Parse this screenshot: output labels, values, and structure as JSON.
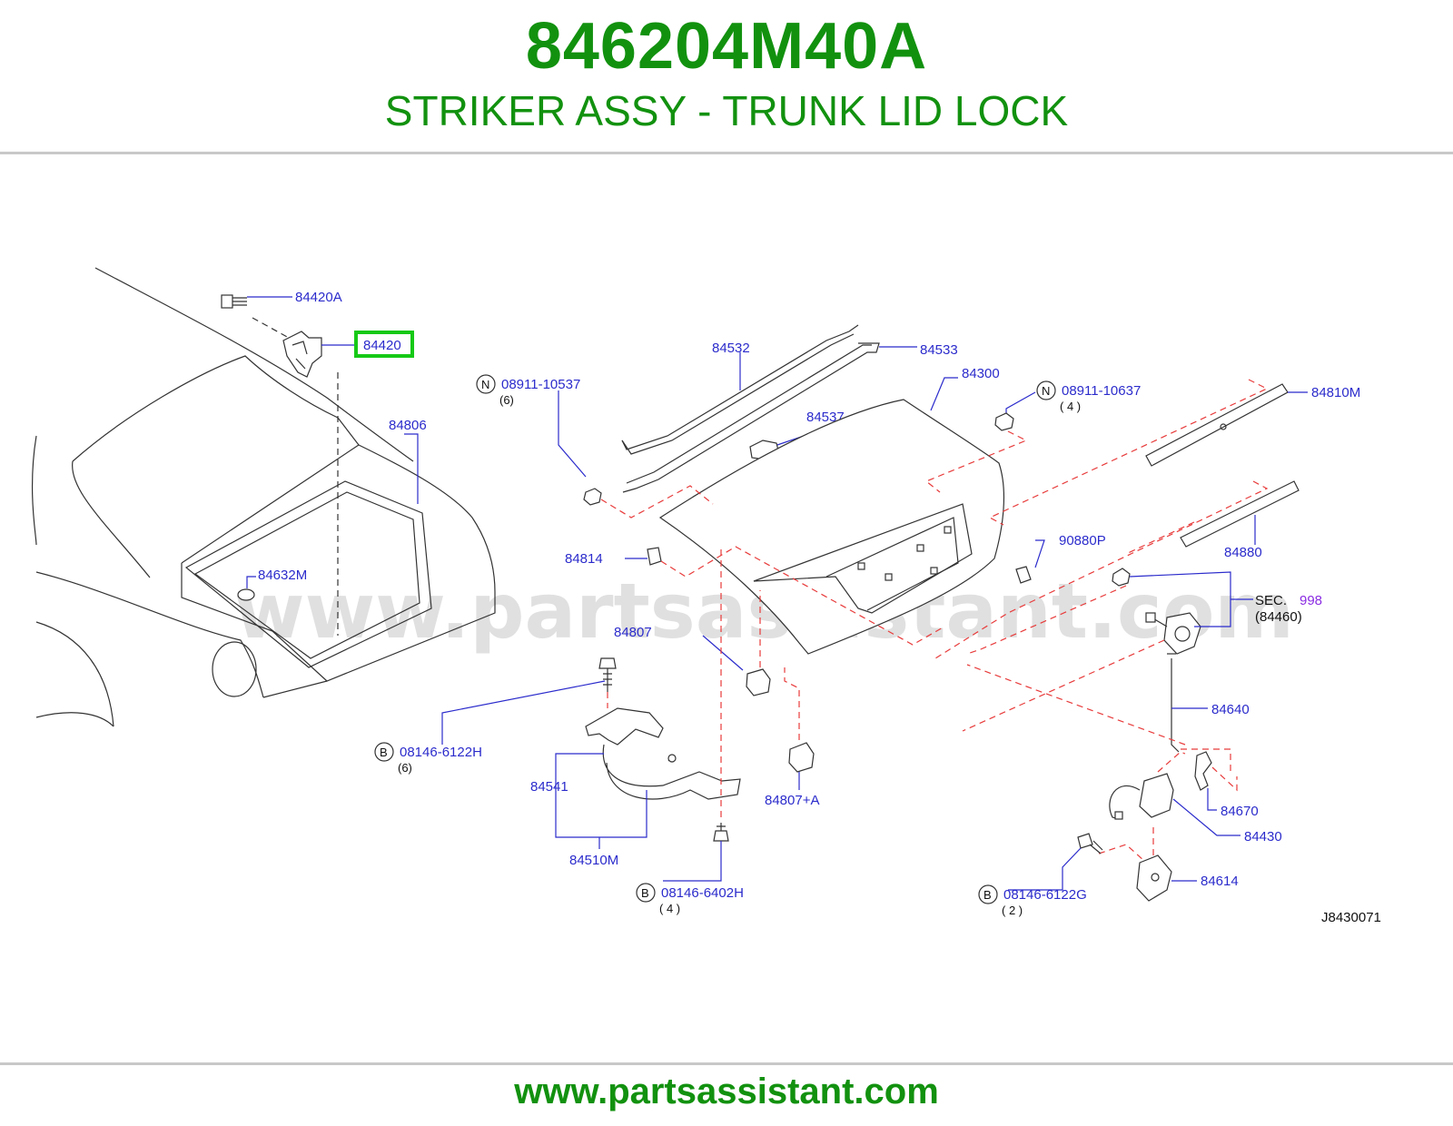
{
  "header": {
    "part_number": "846204M40A",
    "part_description": "STRIKER ASSY - TRUNK LID LOCK"
  },
  "diagram": {
    "watermark": "www.partsassistant.com",
    "diagram_id": "J8430071",
    "highlighted_part": "84420",
    "labels": {
      "p84420A": "84420A",
      "p84420": "84420",
      "p84806": "84806",
      "p84632M": "84632M",
      "p84532": "84532",
      "p84533": "84533",
      "p84300": "84300",
      "p84537": "84537",
      "p84810M": "84810M",
      "p84880": "84880",
      "p84814": "84814",
      "p90880P": "90880P",
      "p84807": "84807",
      "p84807A": "84807+A",
      "p84541": "84541",
      "p84510M": "84510M",
      "p84640": "84640",
      "p84670": "84670",
      "p84430": "84430",
      "p84614": "84614",
      "sec": "SEC.",
      "sec_num": "998",
      "sec_ref": "(84460)"
    },
    "fasteners": [
      {
        "badge": "N",
        "part": "08911-10537",
        "qty": "(6)"
      },
      {
        "badge": "N",
        "part": "08911-10637",
        "qty": "(  4  )"
      },
      {
        "badge": "B",
        "part": "08146-6122H",
        "qty": "(6)"
      },
      {
        "badge": "B",
        "part": "08146-6402H",
        "qty": "(  4  )"
      },
      {
        "badge": "B",
        "part": "08146-6122G",
        "qty": "(  2  )"
      }
    ]
  },
  "footer": {
    "url": "www.partsassistant.com"
  },
  "colors": {
    "brand_green": "#12910f",
    "label_blue": "#2b2bcc",
    "highlight_green": "#16c916",
    "dash_red": "#e83b3b"
  }
}
